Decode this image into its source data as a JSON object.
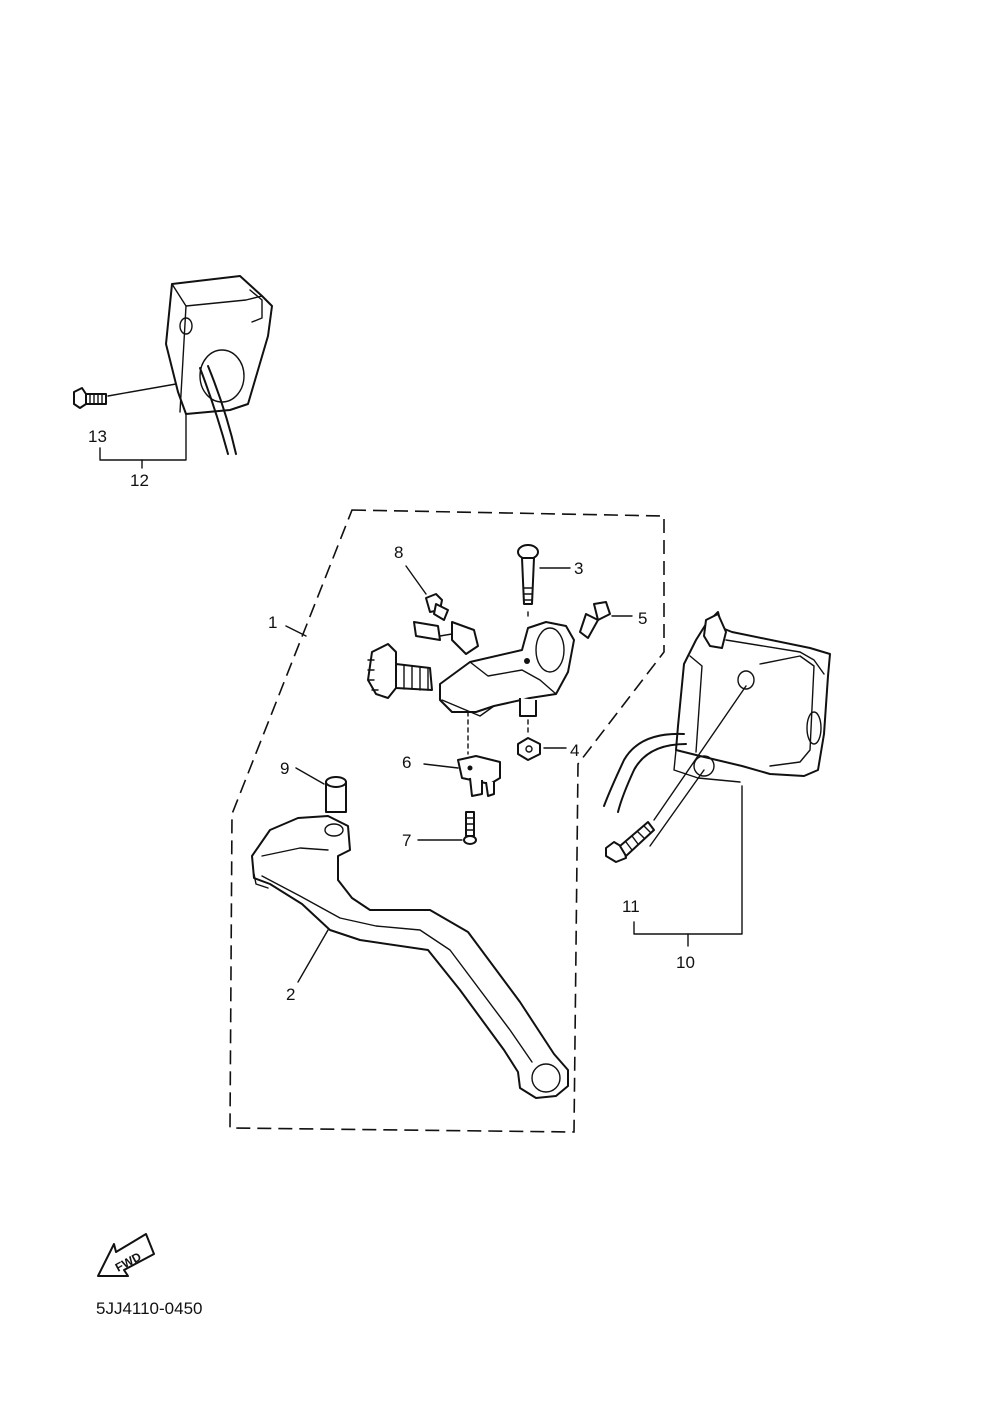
{
  "callouts": {
    "c1": "1",
    "c2": "2",
    "c3": "3",
    "c4": "4",
    "c5": "5",
    "c6": "6",
    "c7": "7",
    "c8": "8",
    "c9": "9",
    "c10": "10",
    "c11": "11",
    "c12": "12",
    "c13": "13"
  },
  "fwd_label": "FWD",
  "diagram_code": "5JJ4110-0450"
}
